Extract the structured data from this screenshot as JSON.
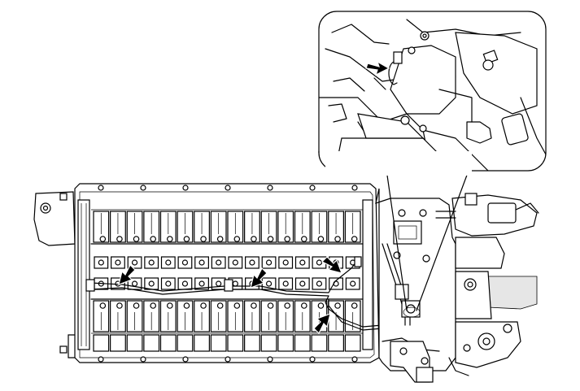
{
  "diagram": {
    "callouts": [
      {
        "id": "inset-sensor-connector",
        "region": "inset"
      },
      {
        "id": "harness-clamp-left",
        "region": "battery"
      },
      {
        "id": "harness-clamp-center",
        "region": "battery"
      },
      {
        "id": "harness-clamp-right-upper",
        "region": "battery"
      },
      {
        "id": "harness-clamp-right-lower",
        "region": "battery"
      }
    ],
    "battery_module_columns": 16,
    "colors": {
      "line": "#000000",
      "fill": "#ffffff",
      "shade": "#e6e6e6"
    }
  }
}
